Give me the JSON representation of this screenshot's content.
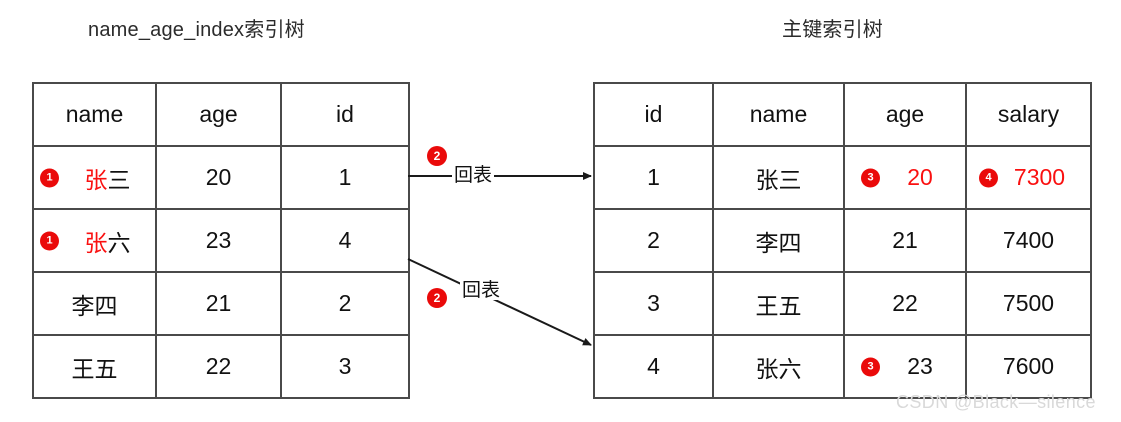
{
  "diagram": {
    "left_title": "name_age_index索引树",
    "right_title": "主键索引树",
    "watermark": "CSDN @Black—silence"
  },
  "left_table": {
    "name": "name_age_index-table",
    "columns": [
      "name",
      "age",
      "id"
    ],
    "rows": [
      {
        "badge": "1",
        "name_red": "张",
        "name_black": "三",
        "name_full": "张三",
        "age": "20",
        "id": "1",
        "id_color": "#3d9bfd"
      },
      {
        "badge": "1",
        "name_red": "张",
        "name_black": "六",
        "name_full": "张六",
        "age": "23",
        "id": "4",
        "id_color": "#3d9bfd"
      },
      {
        "badge": "",
        "name_red": "",
        "name_black": "李四",
        "name_full": "李四",
        "age": "21",
        "id": "2",
        "id_color": "#111111"
      },
      {
        "badge": "",
        "name_red": "",
        "name_black": "王五",
        "name_full": "王五",
        "age": "22",
        "id": "3",
        "id_color": "#111111"
      }
    ]
  },
  "right_table": {
    "name": "primary-key-index-table",
    "columns": [
      "id",
      "name",
      "age",
      "salary"
    ],
    "rows": [
      {
        "id": "1",
        "id_color": "#3d9bfd",
        "name": "张三",
        "age_badge": "3",
        "age": "20",
        "age_color": "#fa1010",
        "salary_badge": "4",
        "salary": "7300",
        "salary_color": "#fa1010"
      },
      {
        "id": "2",
        "id_color": "#111111",
        "name": "李四",
        "age_badge": "",
        "age": "21",
        "age_color": "#111111",
        "salary_badge": "",
        "salary": "7400",
        "salary_color": "#111111"
      },
      {
        "id": "3",
        "id_color": "#111111",
        "name": "王五",
        "age_badge": "",
        "age": "22",
        "age_color": "#111111",
        "salary_badge": "",
        "salary": "7500",
        "salary_color": "#111111"
      },
      {
        "id": "4",
        "id_color": "#3d9bfd",
        "name": "张六",
        "age_badge": "3",
        "age": "23",
        "age_color": "#111111",
        "salary_badge": "",
        "salary": "7600",
        "salary_color": "#fa1010"
      }
    ]
  },
  "links": [
    {
      "badge": "2",
      "label": "回表"
    },
    {
      "badge": "2",
      "label": "回表"
    }
  ],
  "colors": {
    "accent_red": "#ea0a0a",
    "value_red": "#fa1010",
    "value_blue": "#3d9bfd",
    "border": "#4a4a4a",
    "watermark": "#d9d9d9"
  }
}
